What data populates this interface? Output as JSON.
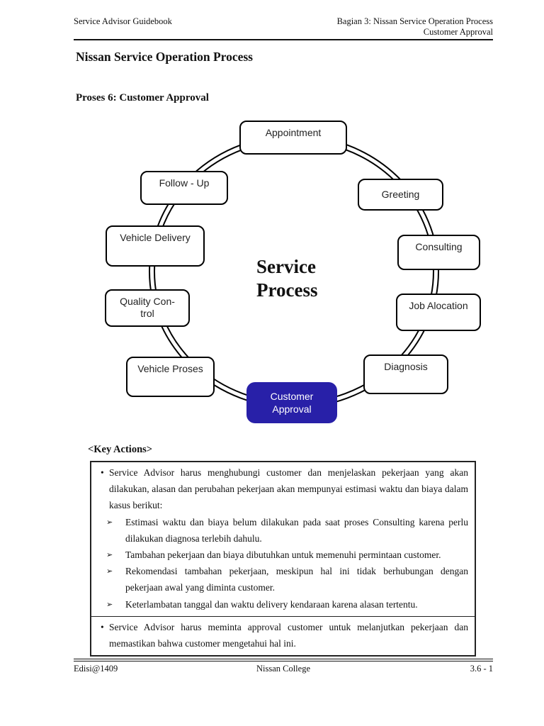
{
  "header": {
    "left": "Service Advisor Guidebook",
    "right": "Bagian 3: Nissan Service Operation Process\nCustomer Approval"
  },
  "title": "Nissan Service Operation Process",
  "subtitle": "Proses 6: Customer Approval",
  "diagram": {
    "center_label": "Service\nProcess",
    "highlight_color": "#2820a8",
    "nodes": [
      {
        "label": "Appointment",
        "highlighted": false
      },
      {
        "label": "Greeting",
        "highlighted": false
      },
      {
        "label": "Consulting",
        "highlighted": false
      },
      {
        "label": "Job Alocation",
        "highlighted": false
      },
      {
        "label": "Diagnosis",
        "highlighted": false
      },
      {
        "label": "Customer\nApproval",
        "highlighted": true
      },
      {
        "label": "Vehicle Proses",
        "highlighted": false
      },
      {
        "label": "Quality Con-\ntrol",
        "highlighted": false
      },
      {
        "label": "Vehicle Delivery",
        "highlighted": false
      },
      {
        "label": "Follow - Up",
        "highlighted": false
      }
    ]
  },
  "key_actions": {
    "heading": "<Key Actions>",
    "bullet_glyph": "•",
    "arrow_glyph": "➢",
    "rows": [
      {
        "text": "Service Advisor harus menghubungi customer dan menjelaskan pekerjaan yang akan dilakukan, alasan dan perubahan pekerjaan akan mempunyai estimasi waktu dan biaya dalam kasus berikut:",
        "sub_items": [
          "Estimasi waktu dan biaya belum dilakukan pada saat proses Consulting karena perlu dilakukan diagnosa terlebih dahulu.",
          "Tambahan pekerjaan dan biaya dibutuhkan untuk memenuhi permintaan customer.",
          "Rekomendasi tambahan pekerjaan, meskipun hal ini tidak berhubungan dengan pekerjaan awal yang diminta customer.",
          "Keterlambatan tanggal dan waktu delivery kendaraan karena alasan tertentu."
        ]
      },
      {
        "text": "Service Advisor harus meminta approval customer untuk melanjutkan pekerjaan dan memastikan bahwa customer mengetahui hal ini.",
        "sub_items": []
      }
    ]
  },
  "footer": {
    "left": "Edisi@1409",
    "center": "Nissan College",
    "right": "3.6 - 1"
  }
}
